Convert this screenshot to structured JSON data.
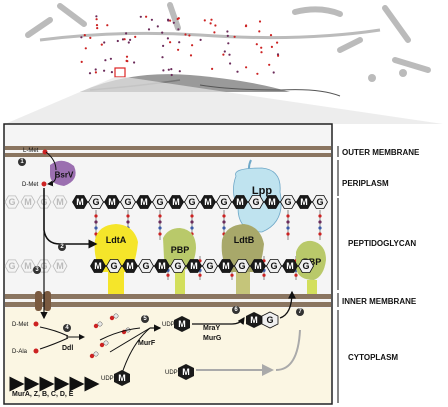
{
  "layers": {
    "outer_membrane": "OUTER MEMBRANE",
    "periplasm": "PERIPLASM",
    "peptidoglycan": "PEPTIDOGLYCAN",
    "inner_membrane": "INNER MEMBRANE",
    "cytoplasm": "CYTOPLASM"
  },
  "proteins": {
    "bsrv": "BsrV",
    "lpp": "Lpp",
    "ldta": "LdtA",
    "pbp_left": "PBP",
    "ldtb": "LdtB",
    "pbp_right": "PBP"
  },
  "molecules": {
    "l_met": "L-Met",
    "d_met_top": "D-Met",
    "d_met": "D-Met",
    "d_ala": "D-Ala",
    "udp_1": "UDP",
    "udp_2": "UDP",
    "udp_3": "UDP",
    "sugar_m": "M",
    "sugar_g": "G"
  },
  "enzymes": {
    "ddl": "Ddl",
    "murf": "MurF",
    "mray": "MraY",
    "murg": "MurG",
    "mur_series": "MurA, Z, B, C, D, E"
  },
  "steps": [
    "1",
    "2",
    "3",
    "4",
    "5",
    "6",
    "7"
  ],
  "colors": {
    "membrane": "#8a7560",
    "periplasm_bg": "#f4f4f4",
    "cytoplasm_bg": "#fbf6e3",
    "glycan_dark": "#1a1a1a",
    "glycan_ghost": "#d0d0d0",
    "ldt_yellow": "#f5e52a",
    "pbp_green": "#b9c96a",
    "ldtb_olive": "#a8a86a",
    "lpp_blue": "#bfe3ef",
    "bsrv_purple": "#9b6fb0"
  }
}
